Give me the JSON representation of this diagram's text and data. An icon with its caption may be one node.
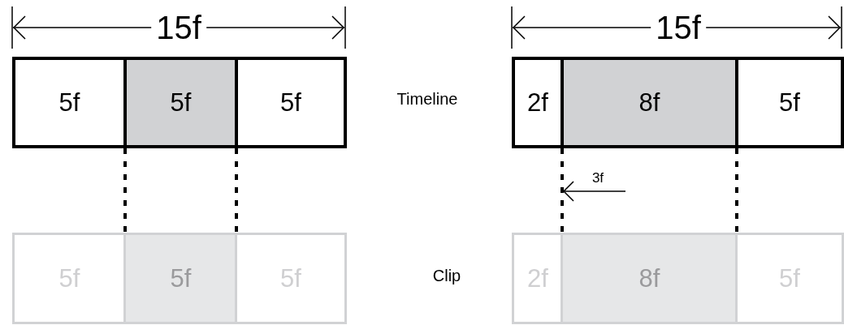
{
  "diagram": {
    "nodes": [
      {
        "text": [
          "5f"
        ]
      },
      {
        "text": [
          "5f"
        ]
      },
      {
        "text": [
          "5f"
        ]
      },
      {
        "text": [
          "2f"
        ]
      },
      {
        "text": [
          "8f"
        ]
      },
      {
        "text": [
          "5f"
        ]
      },
      {
        "text": [
          "5f"
        ]
      },
      {
        "text": [
          "5f"
        ]
      },
      {
        "text": [
          "5f"
        ]
      },
      {
        "text": [
          "2f"
        ]
      },
      {
        "text": [
          "8f"
        ]
      },
      {
        "text": [
          "5f"
        ]
      }
    ],
    "edges": [
      {
        "from": 1,
        "to": 7,
        "arrow": "none",
        "style": "dashed"
      },
      {
        "from": 1,
        "to": 7,
        "arrow": "none",
        "style": "dashed"
      },
      {
        "from": 4,
        "to": 10,
        "arrow": "none",
        "style": "dashed"
      },
      {
        "from": 4,
        "to": 10,
        "arrow": "none",
        "style": "dashed"
      }
    ],
    "labels": [
      "15f",
      "15f",
      "Timeline",
      "3f",
      "Clip"
    ]
  }
}
